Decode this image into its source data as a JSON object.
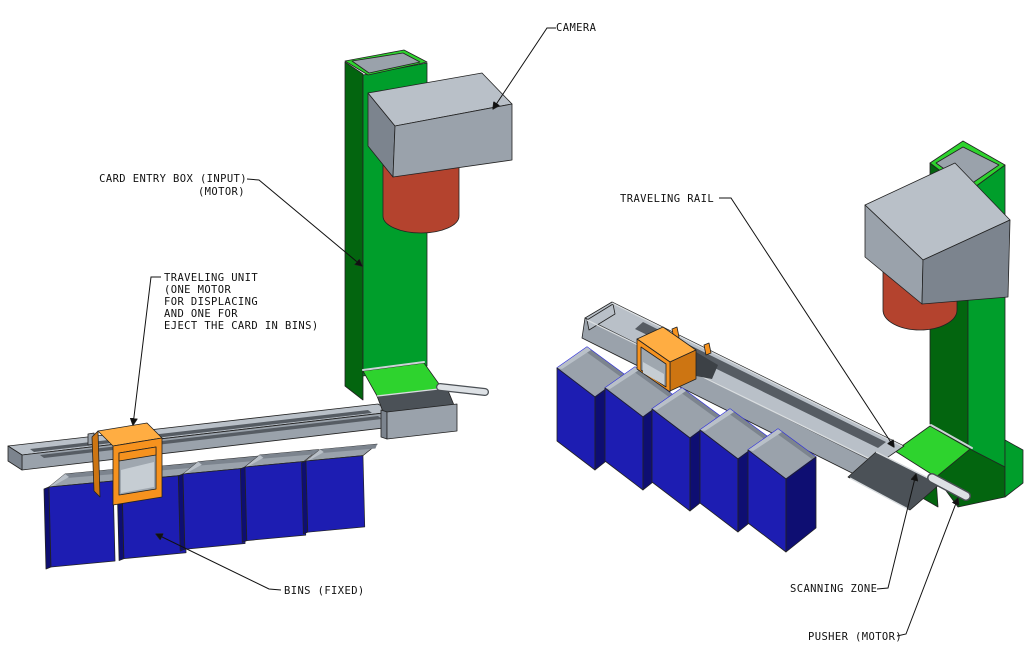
{
  "diagram": {
    "title": "card-sorting-machine-isometric-diagram",
    "labels": {
      "camera": "CAMERA",
      "card_entry": {
        "line1": "CARD ENTRY BOX (INPUT)",
        "line2": "(MOTOR)"
      },
      "traveling_unit": {
        "line1": "TRAVELING UNIT",
        "line2": "(ONE MOTOR",
        "line3": "FOR DISPLACING",
        "line4": "AND ONE FOR",
        "line5": "EJECT THE CARD IN BINS)"
      },
      "bins": "BINS (FIXED)",
      "traveling_rail": "TRAVELING RAIL",
      "scanning_zone": "SCANNING ZONE",
      "pusher": "PUSHER (MOTOR)"
    },
    "colors": {
      "background": "#ffffff",
      "green_front": "#009e2b",
      "green_dark": "#03650f",
      "green_bright": "#2ed32e",
      "gray_top": "#b9c0c8",
      "gray_front": "#9aa2ab",
      "gray_side": "#7c848e",
      "gray_slot": "#565c63",
      "red_body": "#b4432e",
      "orange_front": "#f6921e",
      "orange_top": "#ffad42",
      "orange_side": "#cd7512",
      "blue_front": "#1d1db2",
      "blue_side": "#0e0e72",
      "blue_rim": "#2a2ae0",
      "plate_dark": "#4b5157",
      "rod_fill": "#dde1e5",
      "outline": "#222222",
      "label": "#111111"
    }
  }
}
